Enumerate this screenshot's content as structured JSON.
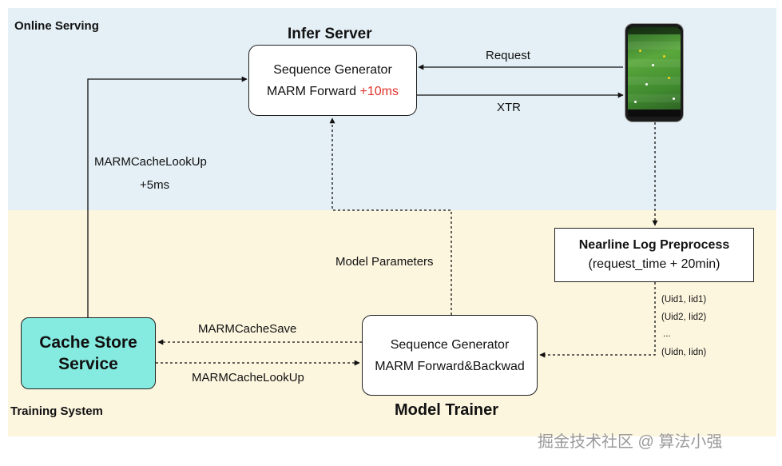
{
  "zones": {
    "online": "Online Serving",
    "training": "Training System"
  },
  "infer_server": {
    "title": "Infer Server",
    "line1": "Sequence Generator",
    "line2": "MARM Forward",
    "latency": "+10ms"
  },
  "model_trainer": {
    "title": "Model Trainer",
    "line1": "Sequence Generator",
    "line2": "MARM Forward&Backwad"
  },
  "cache_store": {
    "line1": "Cache Store",
    "line2": "Service"
  },
  "nearline": {
    "title": "Nearline Log Preprocess",
    "subtitle": "(request_time + 20min)"
  },
  "edges": {
    "request": "Request",
    "xtr": "XTR",
    "lookup_online": "MARMCacheLookUp",
    "lookup_latency": "+5ms",
    "model_params": "Model Parameters",
    "cache_save": "MARMCacheSave",
    "lookup_training": "MARMCacheLookUp"
  },
  "samples": [
    "(Uid1, Iid1)",
    "(Uid2, Iid2)",
    "...",
    "(Uidn, Iidn)"
  ],
  "watermark": "掘金技术社区 @ 算法小强",
  "colors": {
    "online_bg": "#e4f0f6",
    "training_bg": "#fdf6df",
    "cache_box": "#85ebe0",
    "latency_red": "#e0322b"
  }
}
